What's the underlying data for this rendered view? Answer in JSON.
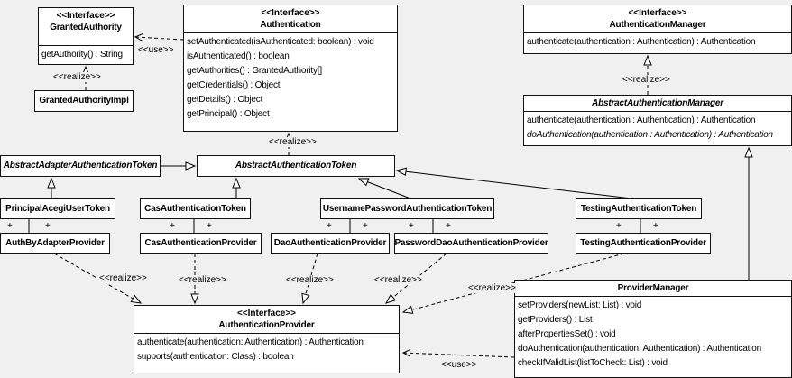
{
  "colors": {
    "background": "#f0f0f0",
    "box_fill": "#ffffff",
    "line": "#000000"
  },
  "labels": {
    "realize": "<<realize>>",
    "use": "<<use>>",
    "plus": "+"
  },
  "classes": {
    "granted_authority": {
      "stereotype": "<<Interface>>",
      "name": "GrantedAuthority",
      "methods": [
        "getAuthority() : String"
      ]
    },
    "granted_authority_impl": {
      "name": "GrantedAuthorityImpl"
    },
    "authentication": {
      "stereotype": "<<Interface>>",
      "name": "Authentication",
      "methods": [
        "setAuthenticated(isAuthenticated: boolean) : void",
        "isAuthenticated() : boolean",
        "getAuthorities() : GrantedAuthority[]",
        "getCredentials() : Object",
        "getDetails() : Object",
        "getPrincipal() : Object"
      ]
    },
    "authentication_manager": {
      "stereotype": "<<Interface>>",
      "name": "AuthenticationManager",
      "methods": [
        "authenticate(authentication : Authentication) : Authentication"
      ]
    },
    "abstract_authentication_manager": {
      "name": "AbstractAuthenticationManager",
      "methods": [
        "authenticate(authentication : Authentication) : Authentication",
        "doAuthentication(authentication : Authentication) : Authentication"
      ]
    },
    "abstract_adapter_authentication_token": {
      "name": "AbstractAdapterAuthenticationToken"
    },
    "abstract_authentication_token": {
      "name": "AbstractAuthenticationToken"
    },
    "principal_acegi_user_token": {
      "name": "PrincipalAcegiUserToken"
    },
    "cas_authentication_token": {
      "name": "CasAuthenticationToken"
    },
    "username_password_authentication_token": {
      "name": "UsernamePasswordAuthenticationToken"
    },
    "testing_authentication_token": {
      "name": "TestingAuthenticationToken"
    },
    "auth_by_adapter_provider": {
      "name": "AuthByAdapterProvider"
    },
    "cas_authentication_provider": {
      "name": "CasAuthenticationProvider"
    },
    "dao_authentication_provider": {
      "name": "DaoAuthenticationProvider"
    },
    "password_dao_authentication_provider": {
      "name": "PasswordDaoAuthenticationProvider"
    },
    "testing_authentication_provider": {
      "name": "TestingAuthenticationProvider"
    },
    "authentication_provider": {
      "stereotype": "<<Interface>>",
      "name": "AuthenticationProvider",
      "methods": [
        "authenticate(authentication: Authentication) : Authentication",
        "supports(authentication: Class) : boolean"
      ]
    },
    "provider_manager": {
      "name": "ProviderManager",
      "methods": [
        "setProviders(newList: List) : void",
        "getProviders() : List",
        "afterPropertiesSet() : void",
        "doAuthentication(authentication: Authentication) : Authentication",
        "checkIfValidList(listToCheck: List) : void"
      ]
    }
  }
}
